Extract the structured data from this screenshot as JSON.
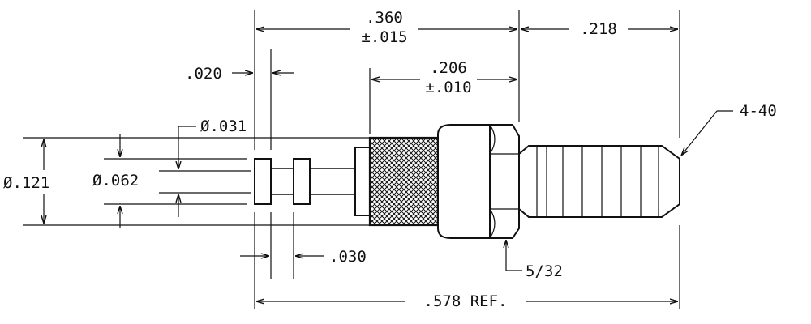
{
  "labels": {
    "dim_360": ".360",
    "tol_015": "±.015",
    "dim_218": ".218",
    "dim_206": ".206",
    "tol_010": "±.010",
    "dim_020": ".020",
    "thread": "4-40",
    "dia_031": "Ø.031",
    "dia_121": "Ø.121",
    "dia_062": "Ø.062",
    "dim_030": ".030",
    "hex_532": "5/32",
    "dim_578": ".578 REF."
  }
}
